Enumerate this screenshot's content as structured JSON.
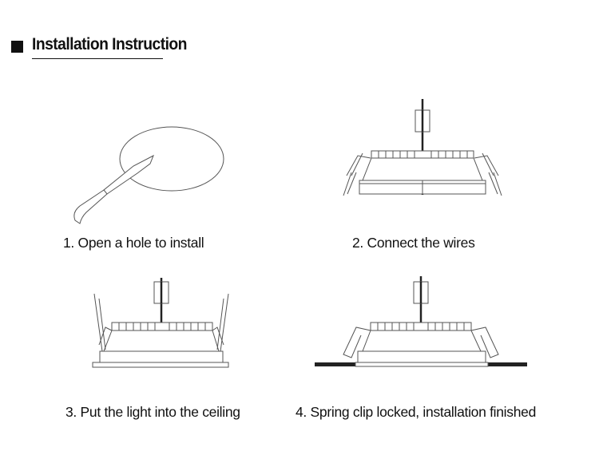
{
  "header": {
    "title": "Installation Instruction"
  },
  "steps": [
    {
      "caption": "1. Open a hole to install"
    },
    {
      "caption": "2. Connect the wires"
    },
    {
      "caption": "3. Put the light into the ceiling"
    },
    {
      "caption": "4. Spring clip locked, installation finished"
    }
  ],
  "colors": {
    "line": "#555555",
    "text": "#111111",
    "ceiling": "#222222"
  }
}
